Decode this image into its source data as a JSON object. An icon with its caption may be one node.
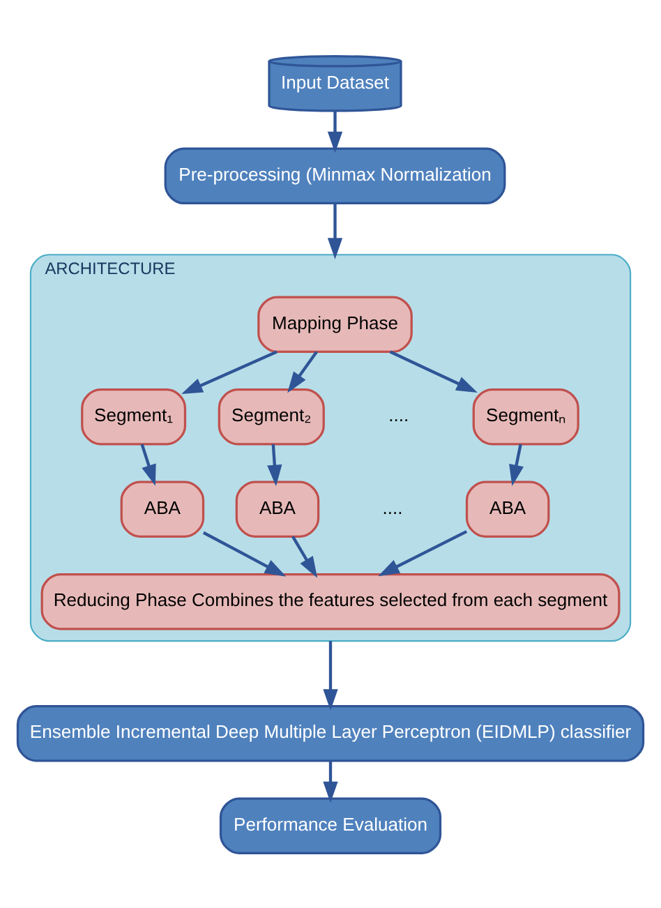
{
  "diagram": {
    "nodes": [
      {
        "text": [
          "Input Dataset"
        ]
      },
      {
        "text": [
          "Pre-processing (Minmax Normalization"
        ]
      },
      {
        "text": [
          "ARCHITECTURE"
        ]
      },
      {
        "text": [
          "Mapping Phase"
        ],
        "in": 2
      },
      {
        "text": [
          "Segment₁"
        ],
        "in": 2
      },
      {
        "text": [
          "Segment₂"
        ],
        "in": 2
      },
      {
        "text": [
          "Segmentₙ"
        ],
        "in": 2
      },
      {
        "text": [
          "ABA"
        ],
        "in": 2
      },
      {
        "text": [
          "ABA"
        ],
        "in": 2
      },
      {
        "text": [
          "ABA"
        ],
        "in": 2
      },
      {
        "text": [
          "Reducing Phase Combines the features selected from each segment"
        ],
        "in": 2
      },
      {
        "text": [
          "Ensemble Incremental Deep Multiple Layer Perceptron (EIDMLP) classifier"
        ]
      },
      {
        "text": [
          "Performance Evaluation"
        ]
      }
    ],
    "edges": [
      {
        "from": 0,
        "to": 1,
        "arrow": "to"
      },
      {
        "from": 1,
        "to": 2,
        "arrow": "to"
      },
      {
        "from": 3,
        "to": 4,
        "arrow": "to"
      },
      {
        "from": 3,
        "to": 5,
        "arrow": "to"
      },
      {
        "from": 3,
        "to": 6,
        "arrow": "to"
      },
      {
        "from": 4,
        "to": 7,
        "arrow": "to"
      },
      {
        "from": 5,
        "to": 8,
        "arrow": "to"
      },
      {
        "from": 6,
        "to": 9,
        "arrow": "to"
      },
      {
        "from": 7,
        "to": 10,
        "arrow": "to"
      },
      {
        "from": 8,
        "to": 10,
        "arrow": "to"
      },
      {
        "from": 9,
        "to": 10,
        "arrow": "to"
      },
      {
        "from": 2,
        "to": 11,
        "arrow": "to"
      },
      {
        "from": 11,
        "to": 12,
        "arrow": "to"
      }
    ],
    "labels": [
      "....",
      "...."
    ]
  }
}
